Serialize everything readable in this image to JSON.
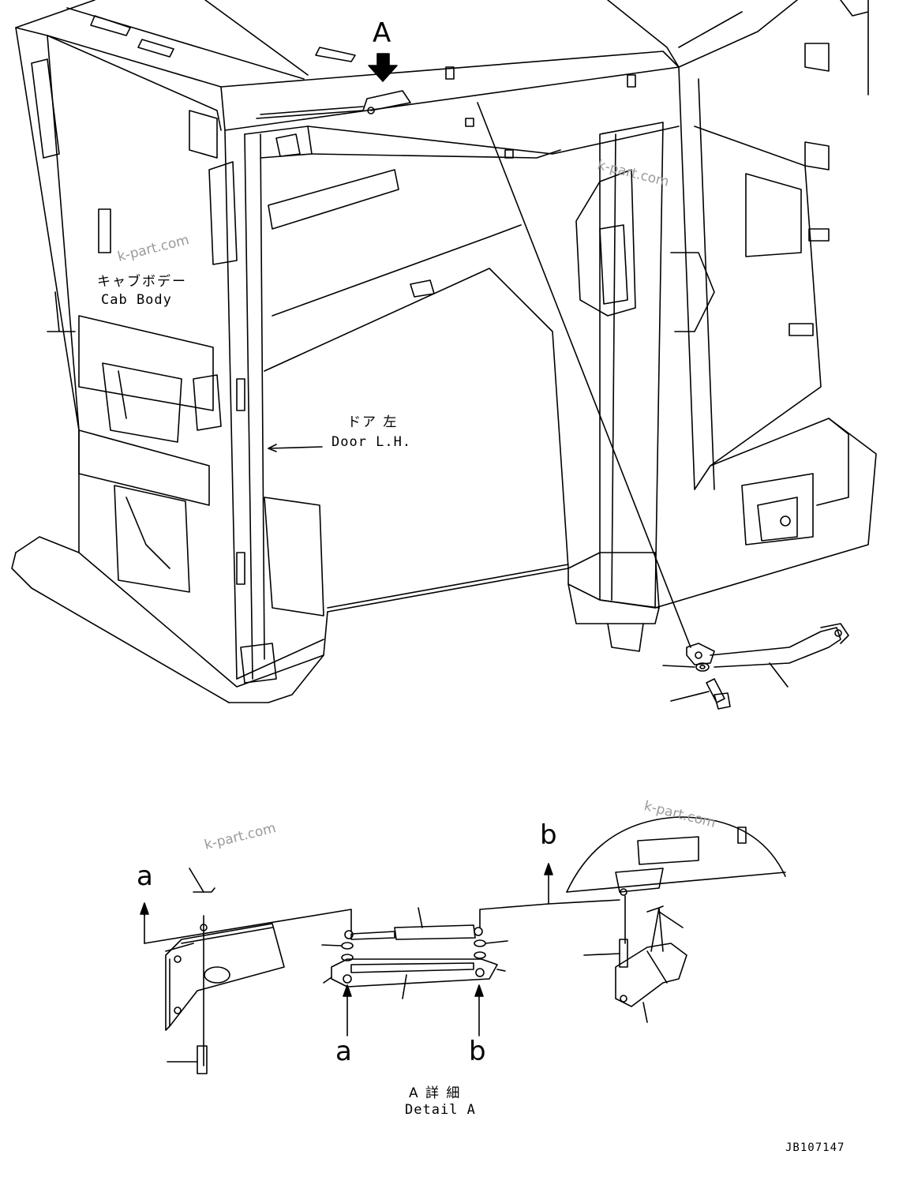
{
  "labels": {
    "view_marker_a": "A",
    "cab_body_jp": "キャブボデー",
    "cab_body_en": "Cab Body",
    "door_lh_jp": "ドア 左",
    "door_lh_en": "Door L.H.",
    "ref_a_top": "a",
    "ref_b_top": "b",
    "ref_a_bottom": "a",
    "ref_b_bottom": "b",
    "detail_a_jp": "A 詳 細",
    "detail_a_en": "Detail A",
    "drawing_number": "JB107147"
  },
  "watermarks": [
    "k-part.com",
    "k-part.com",
    "k-part.com",
    "k-part.com"
  ],
  "colors": {
    "line": "#000000",
    "watermark": "#9a9a9a",
    "background": "#ffffff"
  }
}
